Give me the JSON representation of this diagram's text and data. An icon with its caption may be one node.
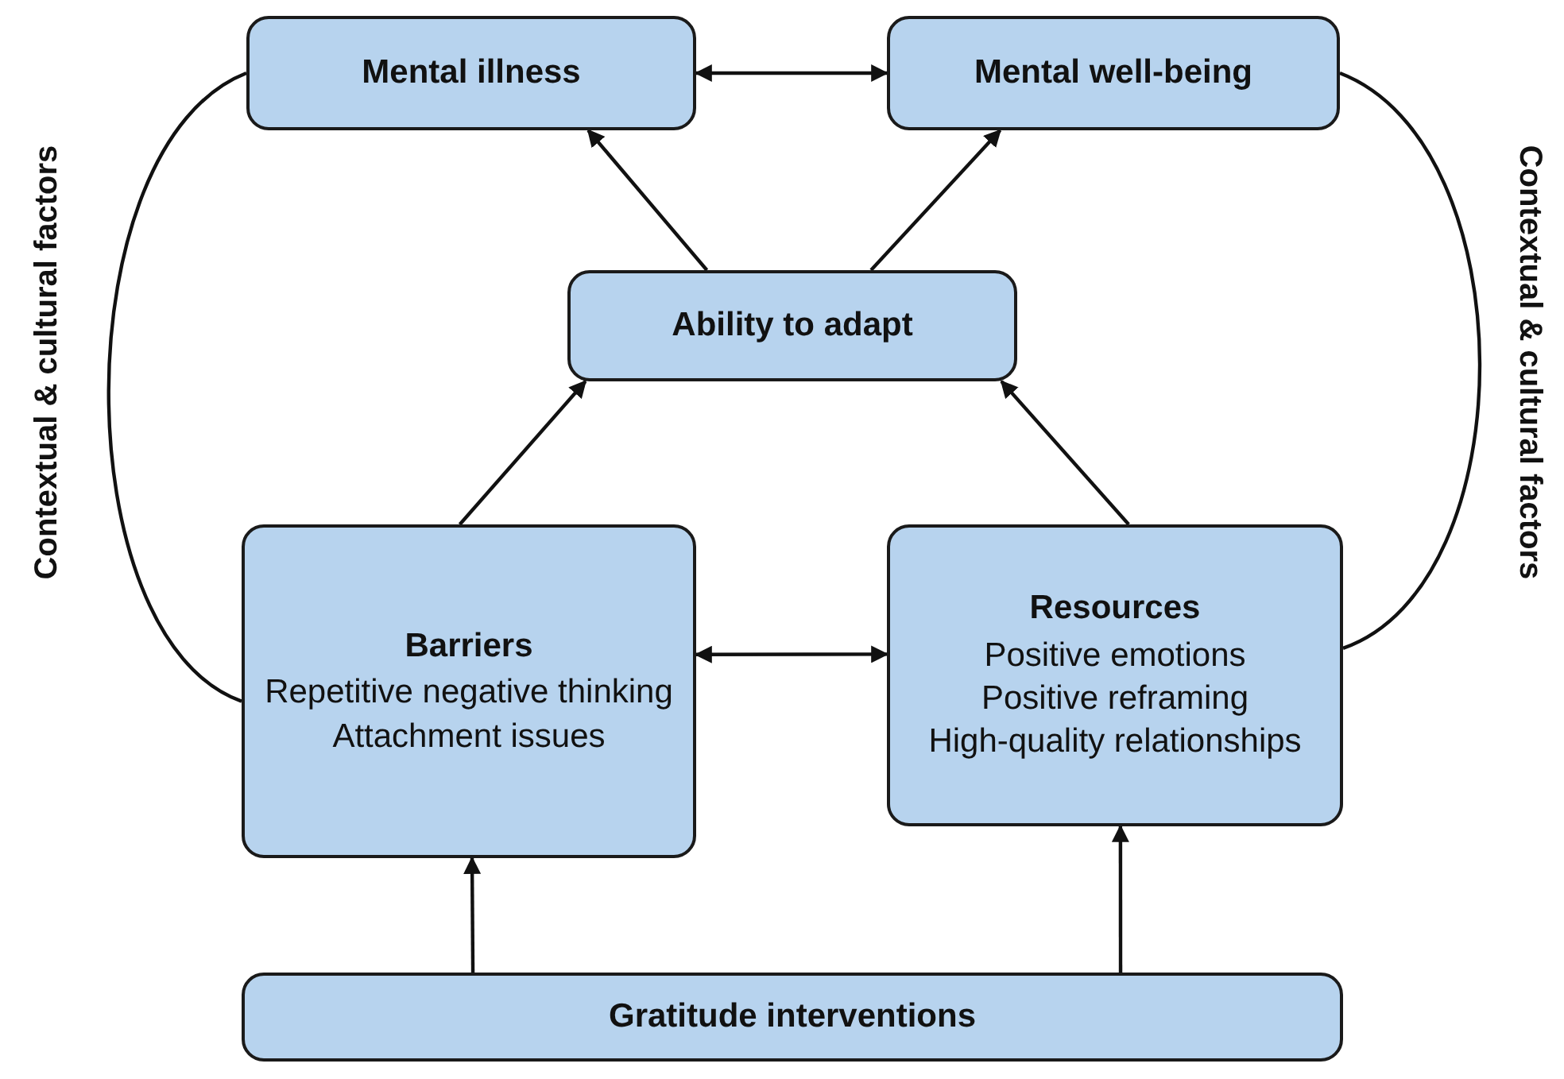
{
  "diagram": {
    "nodes": [
      {
        "text": [
          "Mental illness"
        ]
      },
      {
        "text": [
          "Mental well-being"
        ]
      },
      {
        "text": [
          "Ability to adapt"
        ]
      },
      {
        "text": [
          "Barriers",
          "Repetitive negative thinking",
          "Attachment issues"
        ]
      },
      {
        "text": [
          "Resources",
          "Positive emotions",
          "Positive reframing",
          "High-quality relationships"
        ]
      },
      {
        "text": [
          "Gratitude interventions"
        ]
      }
    ],
    "edges": [
      {
        "from": 0,
        "to": 1,
        "arrow": "both"
      },
      {
        "from": 2,
        "to": 0,
        "arrow": "to"
      },
      {
        "from": 2,
        "to": 1,
        "arrow": "to"
      },
      {
        "from": 3,
        "to": 2,
        "arrow": "to"
      },
      {
        "from": 4,
        "to": 2,
        "arrow": "to"
      },
      {
        "from": 3,
        "to": 4,
        "arrow": "both"
      },
      {
        "from": 5,
        "to": 3,
        "arrow": "to"
      },
      {
        "from": 5,
        "to": 4,
        "arrow": "to"
      },
      {
        "from": 0,
        "to": 3,
        "arrow": "none",
        "label": "Contextual & cultural factors"
      },
      {
        "from": 1,
        "to": 4,
        "arrow": "none",
        "label": "Contextual & cultural factors"
      }
    ]
  }
}
